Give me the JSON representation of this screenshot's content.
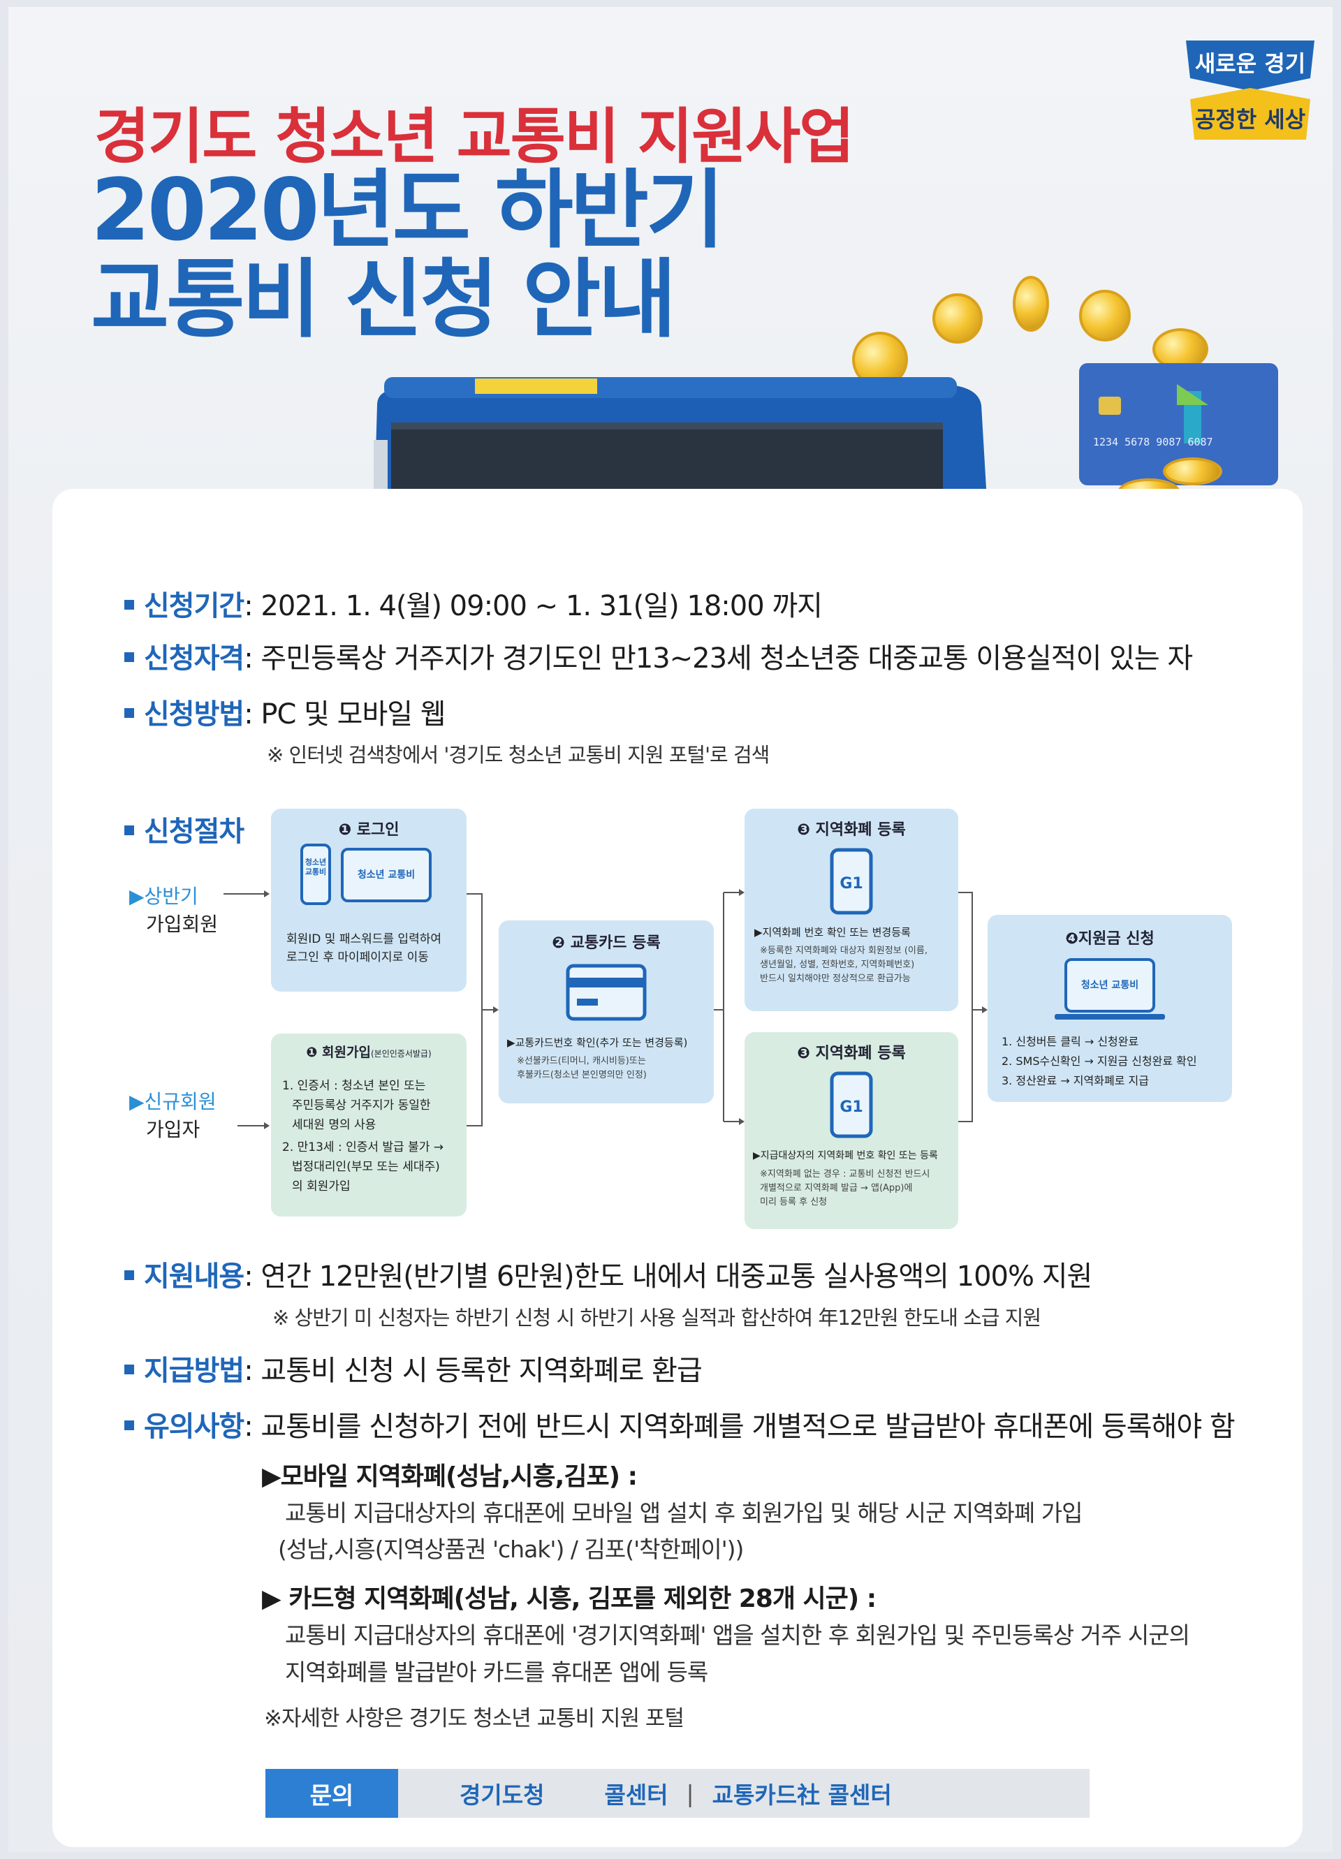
{
  "logo": {
    "line1": "새로운 경기",
    "line2": "공정한 세상"
  },
  "title": {
    "top": "경기도 청소년 교통비 지원사업",
    "line1": "2020년도 하반기",
    "line2": "교통비 신청 안내"
  },
  "card": {
    "number": "1234 5678 9087 6087"
  },
  "period": {
    "label": "신청기간",
    "value": ": 2021. 1. 4(월) 09:00 ~ 1. 31(일) 18:00 까지"
  },
  "eligibility": {
    "label": "신청자격",
    "value": ": 주민등록상 거주지가 경기도인 만13~23세 청소년중 대중교통 이용실적이 있는 자"
  },
  "method": {
    "label": "신청방법",
    "value": ": PC 및 모바일 웹",
    "note": "※ 인터넷 검색창에서 '경기도 청소년 교통비 지원 포털'로 검색"
  },
  "procedure": {
    "label": "신청절차",
    "side1": [
      "▶상반기",
      "가입회원"
    ],
    "side2": [
      "▶신규회원",
      "가입자"
    ],
    "step1": {
      "title": "❶ 로그인",
      "device_label": "청소년 교통비",
      "phone_label": "청소년 교통비",
      "text": [
        "회원ID 및 패스워드를 입력하여",
        "로그인 후 마이페이지로 이동"
      ]
    },
    "step1b": {
      "title": "❶ 회원가입",
      "title_note": "(본인인증서발급)",
      "text": [
        "1. 인증서 : 청소년 본인 또는",
        "주민등록상 거주지가 동일한",
        "세대원 명의 사용",
        "2. 만13세 : 인증서 발급 불가 →",
        "법정대리인(부모 또는 세대주)",
        "의 회원가입"
      ]
    },
    "step2": {
      "title": "❷ 교통카드 등록",
      "text": "▶교통카드번호 확인(추가 또는 변경등록)",
      "small": [
        "※선불카드(티머니, 캐시비등)또는",
        "후불카드(청소년 본인명의만 인정)"
      ]
    },
    "step3a": {
      "title": "❸ 지역화폐 등록",
      "text": "▶지역화폐 번호 확인 또는 변경등록",
      "small": [
        "※등록한 지역화폐와 대상자 회원정보 (이름,",
        "생년월일, 성별, 전화번호, 지역화폐번호)",
        "반드시 일치해야만 정상적으로 환급가능"
      ]
    },
    "step3b": {
      "title": "❸ 지역화폐 등록",
      "text": "▶지급대상자의 지역화폐 번호 확인 또는 등록",
      "small": [
        "※지역화폐 없는 경우 : 교통비 신청전 반드시",
        "개별적으로 지역화폐 발급 → 앱(App)에",
        "미리 등록 후 신청"
      ]
    },
    "step4": {
      "title": "❹지원금 신청",
      "device_label": "청소년 교통비",
      "text": [
        "1. 신청버튼 클릭 → 신청완료",
        "2. SMS수신확인 → 지원금 신청완료 확인",
        "3. 정산완료 → 지역화폐로 지급"
      ]
    }
  },
  "support": {
    "label": "지원내용",
    "value": ": 연간 12만원(반기별 6만원)한도 내에서 대중교통 실사용액의 100% 지원",
    "note": "※ 상반기 미 신청자는 하반기 신청 시 하반기 사용 실적과 합산하여 年12만원 한도내 소급 지원"
  },
  "payment": {
    "label": "지급방법",
    "value": ": 교통비 신청 시 등록한 지역화폐로 환급"
  },
  "caution": {
    "label": "유의사항",
    "value": ": 교통비를 신청하기 전에 반드시 지역화폐를 개별적으로 발급받아 휴대폰에 등록해야 함",
    "mobile_head": "▶모바일 지역화폐(성남,시흥,김포) :",
    "mobile_line1": "교통비 지급대상자의 휴대폰에 모바일 앱 설치 후 회원가입 및 해당 시군 지역화폐 가입",
    "mobile_line2": "(성남,시흥(지역상품권 'chak') / 김포('착한페이'))",
    "card_head": "▶ 카드형 지역화폐(성남, 시흥, 김포를 제외한 28개 시군) :",
    "card_line1": "교통비 지급대상자의 휴대폰에 '경기지역화폐' 앱을 설치한 후 회원가입 및 주민등록상 거주 시군의",
    "card_line2": "지역화폐를 발급받아 카드를 휴대폰 앱에 등록",
    "detail": "※자세한 사항은 경기도 청소년 교통비 지원 포털"
  },
  "footer": {
    "inquiry": "문의",
    "gov": "경기도청",
    "call": "콜센터",
    "sep": "|",
    "card_call": "교통카드社 콜센터"
  },
  "colors": {
    "blue": "#1f66b8",
    "red": "#d9303a",
    "light_blue": "#cfe5f5",
    "light_green": "#d8ece2"
  }
}
